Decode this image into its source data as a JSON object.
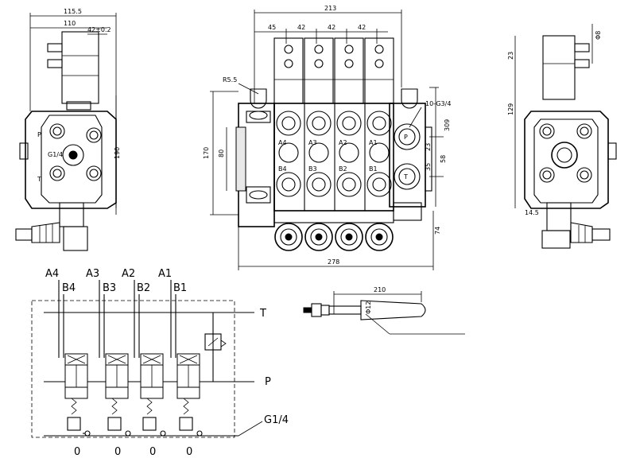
{
  "left_view": {
    "dims": {
      "d115_5": "115.5",
      "d110": "110",
      "d42": "42±0.2",
      "d190": "190"
    },
    "labels": {
      "p": "P",
      "g14": "G1/4",
      "t": "T"
    }
  },
  "front_view": {
    "dims": {
      "d213": "213",
      "d45": "45",
      "d42a": "42",
      "d42b": "42",
      "d42c": "42",
      "r5_5": "R5.5",
      "g34": "10-G3/4",
      "d309": "309",
      "d170": "170",
      "d80": "80",
      "d23": "23",
      "d58": "58",
      "d35": "35",
      "d74": "74",
      "d278": "278"
    },
    "ports": {
      "a4": "A4",
      "a3": "A3",
      "a2": "A2",
      "a1": "A1",
      "b4": "B4",
      "b3": "B3",
      "b2": "B2",
      "b1": "B1",
      "p": "P",
      "t": "T"
    }
  },
  "right_view": {
    "dims": {
      "d8": "Φ8",
      "d23": "23",
      "d129": "129",
      "d14_5": "14.5"
    }
  },
  "handle": {
    "dims": {
      "d210": "210",
      "d12": "Φ12"
    }
  },
  "schematic": {
    "a_labels": [
      "A4",
      "A3",
      "A2",
      "A1"
    ],
    "b_labels": [
      "B4",
      "B3",
      "B2",
      "B1"
    ],
    "t_label": "T",
    "p_label": "P",
    "g14_label": "G1/4",
    "zeros": [
      "0",
      "0",
      "0",
      "0"
    ]
  }
}
